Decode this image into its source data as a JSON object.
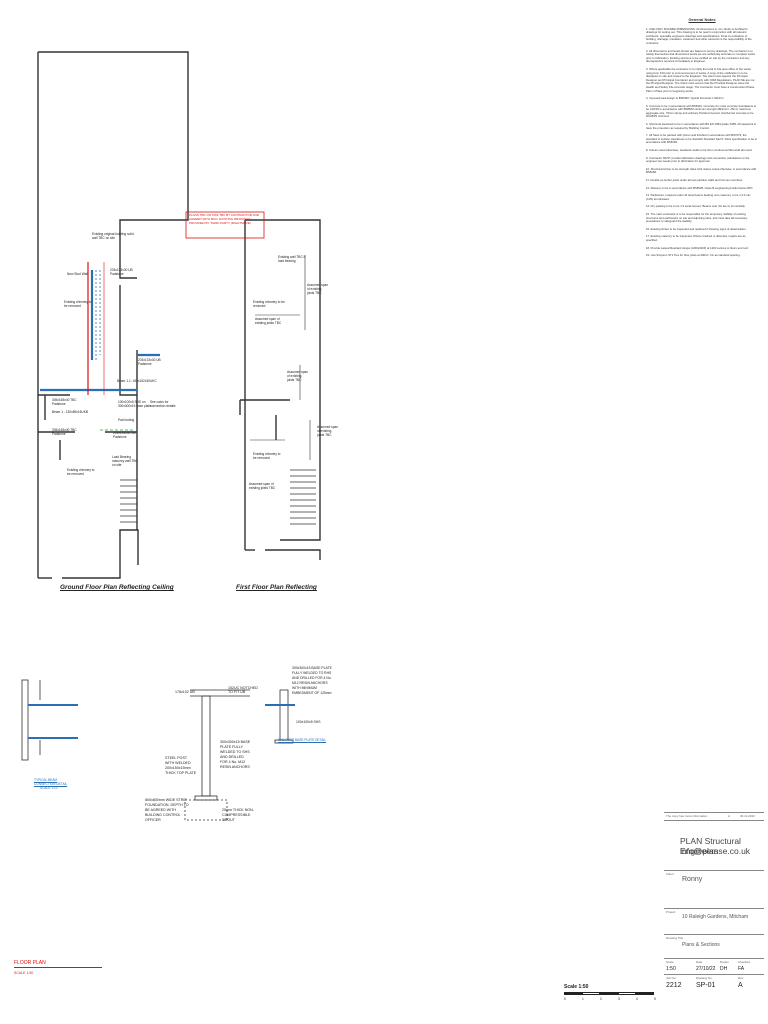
{
  "drawing": {
    "ground_floor_title": "Ground Floor Plan Reflecting Ceiling",
    "first_floor_title": "First Floor Plan Reflecting",
    "red_note": "PLANS TBC ON SITE TBC BY CONTRACTOR AND AGREED WITH BCO. EXISTING DRAWINGS PROVIDED BY THIRD PARTY (RIGHTMOVE)",
    "gf_labels": {
      "existing_wall": "Existing original building solid wall TBC on site",
      "beam_top": "203x133x30 UB Padstone",
      "new_stud": "New Stud Wall",
      "chimney": "Existing chimney to be removed",
      "padstone_left": "305x165x40 TBC Padstone",
      "beam_1": "Beam 1 - 152x89x16UKB",
      "padstone_left2": "305x165x40 TBC Padstone",
      "beam_1b": "Beam 1-1: 152x152x30UKC",
      "padstone_right": "203x133x30 UB Padstone",
      "post": "100x100x5 SHS on 300x300x15 base plate",
      "pad": "Pad footing",
      "see_details": "See calcs for connection details",
      "padstone_r2": "203x133x30 UB Padstone",
      "load_bearing": "Load Bearing masonry wall TBC on site",
      "chimney2": "Existing chimney to be removed"
    },
    "ff_labels": {
      "wall": "Existing wall TBC if load bearing",
      "chimney": "Existing chimney to be removed",
      "assumed1": "Assumed span of existing joists TBC",
      "assumed2": "Assumed span of existing joists TBC",
      "assumed3": "Assumed span of existing joists TBC",
      "assumed4": "Assumed span of existing joists TBC",
      "chimney2": "Existing chimney to be removed",
      "assumed5": "Assumed span of existing joists TBC"
    },
    "detail_left_link": "TYPICAL BEAM CONNECTION DETAIL",
    "detail_left_sub": "SCALE 1:10",
    "detail_mid": {
      "beam": "178x102 UB",
      "notch": "152UC NOTCHED TO FIT UB",
      "post": "STEEL POST WITH WELDED 200x150x15mm THICK TOP PLATE",
      "foundation": "800x800mm WIDE STRIP FOUNDATION. DEPTH TO BE AGREED WITH BUILDING CONTROL OFFICER",
      "plate": "300x300x15 BASE PLATE FULLY WELDED TO SHS AND DRILLED FOR 4 No. M12 RESIN ANCHORS",
      "grout": "25mm THICK NON-COMPRESSIBLE GROUT"
    },
    "detail_right": {
      "plate": "300x300x15 BASE PLATE FULLY WELDED TO RHS AND DRILLED FOR 4 No. M12 RESIN ANCHORS WITH MINIMUM EMBEDMENT OF 125mm",
      "shs": "100x100x5 SHS",
      "link": "SHS POST BASE PLATE DETAIL"
    },
    "floor_plan_label": "FLOOR PLAN",
    "floor_plan_scale": "SCALE 1:50"
  },
  "notes": {
    "title": "General Notes",
    "items": [
      "1. USE ONLY FIGURED DIMENSIONS. All dimensions in mm. Refer to Architect's drawings for setting out. This drawing is to be read in conjunction with all relevant Architects, specialist engineers drawings and specifications. Final co-ordination of building, drainage, insulation, treatment and other elements is the responsibility of the contractor.",
      "2. All dimensions and levels shown are based on survey drawings. The contractor is to satisfy themselves that dimensions levels etc are sufficiently accurate to complete works prior to fabrication. Existing structure to be verified on site by the contractor and any discrepancies reported immediately to Engineer.",
      "3. Where applicable the contractor is to notify the local H.S.E area office of the works using form F10 prior to commencement of works. A copy of the notification is to be displayed on site and copied to the Engineer. The client must appoint the Principal Designer and Principal Contractor and comply with CDM Regulations. PLAN SE are not the Principal Designer. The Client must ensure that the Principal Designer issue the Health and Safety File at tender stage. The Contractor must have a Construction Phase Plan in Place prior to beginning works.",
      "4. Imposed load design to BS6399: Typical Domestic 1.5kN/m²",
      "5. Concrete to be in accordance with BS8110. Concrete for mass concrete foundations to be C20/25 in accordance with BS8500 minimum strength 28N/mm². 25mm maximum aggregate size, 75mm slump and ordinary Portland Cement. Reinforced concrete to be RC28/35 minimum.",
      "6. Structural steelwork to be in accordance with BS EN 1993 grade S355. All steelwork to have fire protection as required by Building Control.",
      "7. All Steel to be painted with primer and finished in accordance with BS7079, the standard of surface cleanliness to be Swedish Standard Sa2.5. Paint specification to be in accordance with BS5493.",
      "8. Unless noted otherwise, steelwork welds to be 6mm continuous fillet weld all round.",
      "9. Contractor MUST provide fabrication drawings and connection calculations to the engineer two weeks prior to fabrication for approval.",
      "10. Structural timber to be strength class C24 unless noted otherwise, in accordance with BS5268.",
      "11. Double-up timber joists under all new partition walls and trimmer members.",
      "12. Masonry to be in accordance with BS5628. Class B engineering bricks below DPC.",
      "13. Padstones, required under all steel beams bearing onto masonry, to be 1:1:3 mix (C25) as indicated.",
      "14. Dry packing to be to be 1:3 sand:cement. Beams over 3m are to sit centrally.",
      "15. The main contractor is to be responsible for the temporary stability of existing structures and earthworks on site and adjoining sites, and must take all necessary precautions to safeguard the stability.",
      "16. Existing timber to be inspected and replaced if showing signs of deterioration.",
      "17. Existing masonry to be inspected. Where cracked or distorted, repairs are as specified.",
      "18. Provide Lateral Restraint straps (1200x30x5) at 1200 centres to floors and roof.",
      "19. Use Simpson ST1 Ties for floor joists at 400c/c. Fix as standard spacing."
    ]
  },
  "title_block": {
    "rev_header": "The copy has more information",
    "rev_no": "A",
    "rev_date": "30.11.2022",
    "company": "PLAN Structural Engineers",
    "email": "info@planse.co.uk",
    "client_label": "Client",
    "client": "Ronny",
    "project_label": "Project",
    "project": "10 Raleigh Gardens, Mitcham",
    "drawing_label": "Drawing Title",
    "drawing": "Plans & Sections",
    "scale_label": "Scale",
    "scale_val": "1:50",
    "date_label": "Date",
    "date_val": "27/10/22",
    "drawn_label": "Drawn",
    "drawn_val": "DH",
    "checked_label": "Checked",
    "checked_val": "FA",
    "job_label": "Job No.",
    "job_val": "2212",
    "dwg_label": "Drawing No.",
    "dwg_val": "SP-01",
    "rev_label": "Rev",
    "rev_val": "A"
  },
  "scale_bar": {
    "label": "Scale 1:50",
    "ticks": [
      "0",
      "1",
      "2",
      "3",
      "4",
      "5"
    ]
  }
}
